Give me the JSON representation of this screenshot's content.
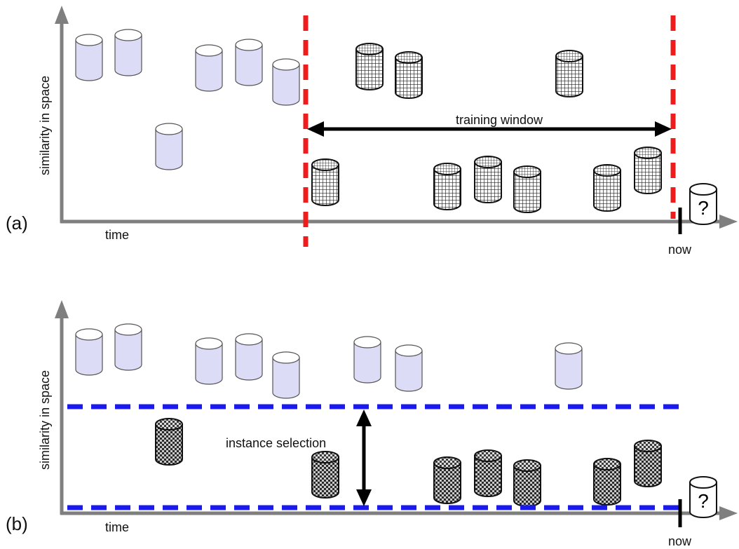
{
  "panel_a": {
    "label": "(a)",
    "y_axis_label": "similarity in space",
    "x_axis_label": "time",
    "window_label": "training window",
    "now_label": "now",
    "query_symbol": "?"
  },
  "panel_b": {
    "label": "(b)",
    "y_axis_label": "similarity in space",
    "x_axis_label": "time",
    "selection_label": "instance selection",
    "now_label": "now",
    "query_symbol": "?"
  },
  "colors": {
    "axis": "#7f7f7f",
    "plain_cylinder": "#dcdcf6",
    "window_line": "#ee1c1c",
    "selection_line": "#1a1aee",
    "arrow": "#000000"
  },
  "icons": {
    "plain_instance": "cylinder-plain-icon",
    "mesh_instance": "cylinder-mesh-icon",
    "checker_instance": "cylinder-checker-icon",
    "query_instance": "cylinder-query-icon"
  }
}
